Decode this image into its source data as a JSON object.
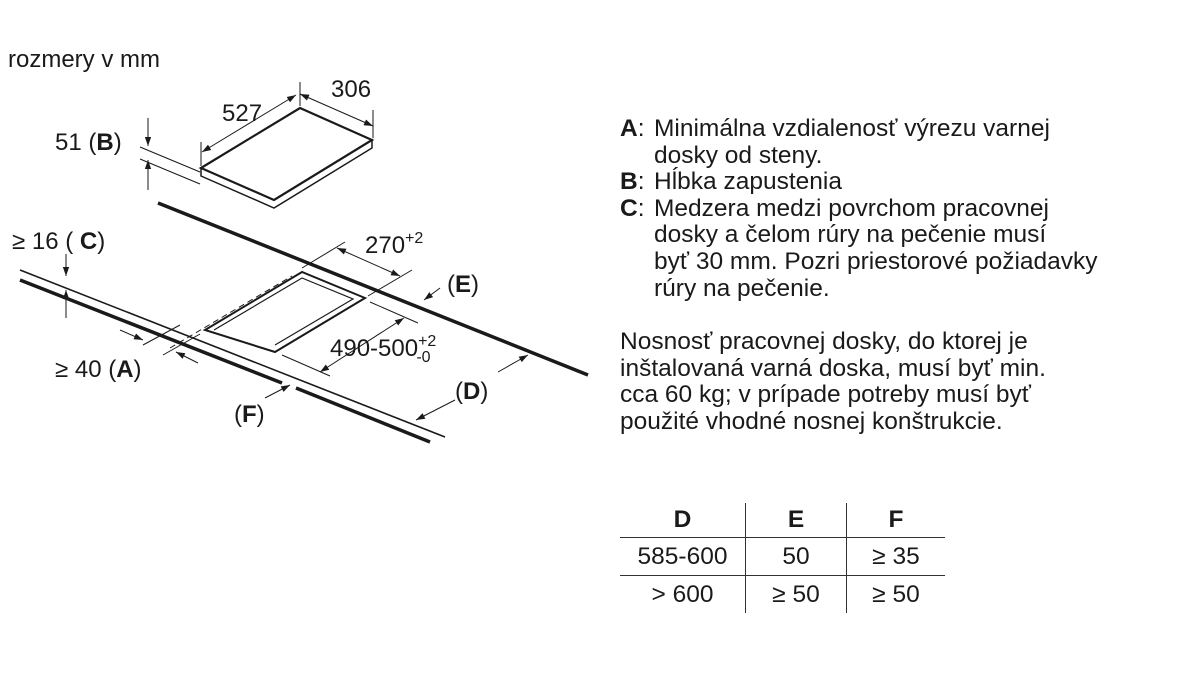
{
  "diagram": {
    "units_label": "rozmery v mm",
    "hob_width": "306",
    "hob_depth": "527",
    "b_dim": "51",
    "b_key": "B",
    "c_prefix": "≥ 16 (",
    "c_key": "C",
    "a_prefix": "≥ 40 (",
    "a_key": "A",
    "cutout_width": "270",
    "cutout_width_tol": "+2",
    "cutout_depth": "490-500",
    "cutout_depth_tol_plus": "+2",
    "cutout_depth_tol_minus": "-0",
    "d_key": "D",
    "e_key": "E",
    "f_key": "F"
  },
  "legend": [
    {
      "key": "A",
      "lines": [
        "Minimálna vzdialenosť výrezu varnej",
        "dosky od steny."
      ]
    },
    {
      "key": "B",
      "lines": [
        "Hĺbka zapustenia"
      ]
    },
    {
      "key": "C",
      "lines": [
        "Medzera medzi povrchom pracovnej",
        "dosky a čelom rúry na pečenie musí",
        "byť 30 mm. Pozri priestorové požiadavky",
        "rúry na pečenie."
      ]
    }
  ],
  "note": [
    "Nosnosť pracovnej dosky, do ktorej je",
    "inštalovaná varná doska, musí byť min.",
    "cca 60 kg; v prípade potreby musí byť",
    "použité vhodné nosnej konštrukcie."
  ],
  "table": {
    "headers": [
      "D",
      "E",
      "F"
    ],
    "rows": [
      [
        "585-600",
        "50",
        "≥ 35"
      ],
      [
        "> 600",
        "≥ 50",
        "≥ 50"
      ]
    ]
  }
}
